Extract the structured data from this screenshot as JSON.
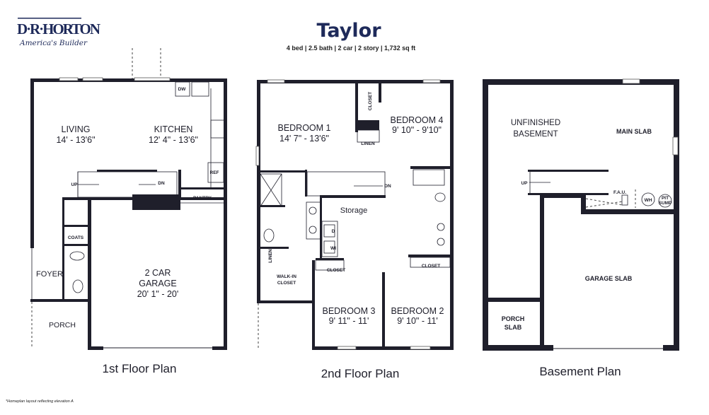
{
  "brand": {
    "name": "D·R·HORTON",
    "tagline": "America's Builder",
    "color": "#1e2a5a"
  },
  "header": {
    "title": "Taylor",
    "stats": "4 bed | 2.5 bath | 2 car | 2 story | 1,732 sq ft"
  },
  "first_floor": {
    "caption": "1st Floor Plan",
    "living": {
      "name": "LIVING",
      "dims": "14' - 13'6\""
    },
    "kitchen": {
      "name": "KITCHEN",
      "dims": "12' 4\" - 13'6\""
    },
    "dw": "DW",
    "ref": "REF",
    "pantry": "PANTRY",
    "up": "UP",
    "dn": "DN",
    "coats": "COATS",
    "foyer": "FOYER",
    "garage": {
      "line1": "2 CAR",
      "line2": "GARAGE",
      "dims": "20' 1\" - 20'"
    },
    "porch": "PORCH"
  },
  "second_floor": {
    "caption": "2nd Floor Plan",
    "bedroom1": {
      "name": "BEDROOM 1",
      "dims": "14' 7\" - 13'6\""
    },
    "bedroom4": {
      "name": "BEDROOM 4",
      "dims": "9' 10\" - 9'10\""
    },
    "bedroom3": {
      "name": "BEDROOM 3",
      "dims": "9' 11\" - 11'"
    },
    "bedroom2": {
      "name": "BEDROOM 2",
      "dims": "9' 10\" - 11'"
    },
    "closet": "CLOSET",
    "linen": "LINEN",
    "dn": "DN",
    "storage": "Storage",
    "dryer": "D",
    "washer": "WI",
    "walkin": {
      "line1": "WALK-IN",
      "line2": "CLOSET"
    }
  },
  "basement": {
    "caption": "Basement Plan",
    "unfinished": {
      "line1": "UNFINISHED",
      "line2": "BASEMENT"
    },
    "main_slab": "MAIN SLAB",
    "up": "UP",
    "fau": "F.A.U.",
    "wh": "WH",
    "pit_sump": {
      "line1": "PIT",
      "line2": "SUMP"
    },
    "garage_slab": "GARAGE SLAB",
    "porch_slab": {
      "line1": "PORCH",
      "line2": "SLAB"
    }
  },
  "footnote": "*Homeplan layout reflecting elevation A"
}
